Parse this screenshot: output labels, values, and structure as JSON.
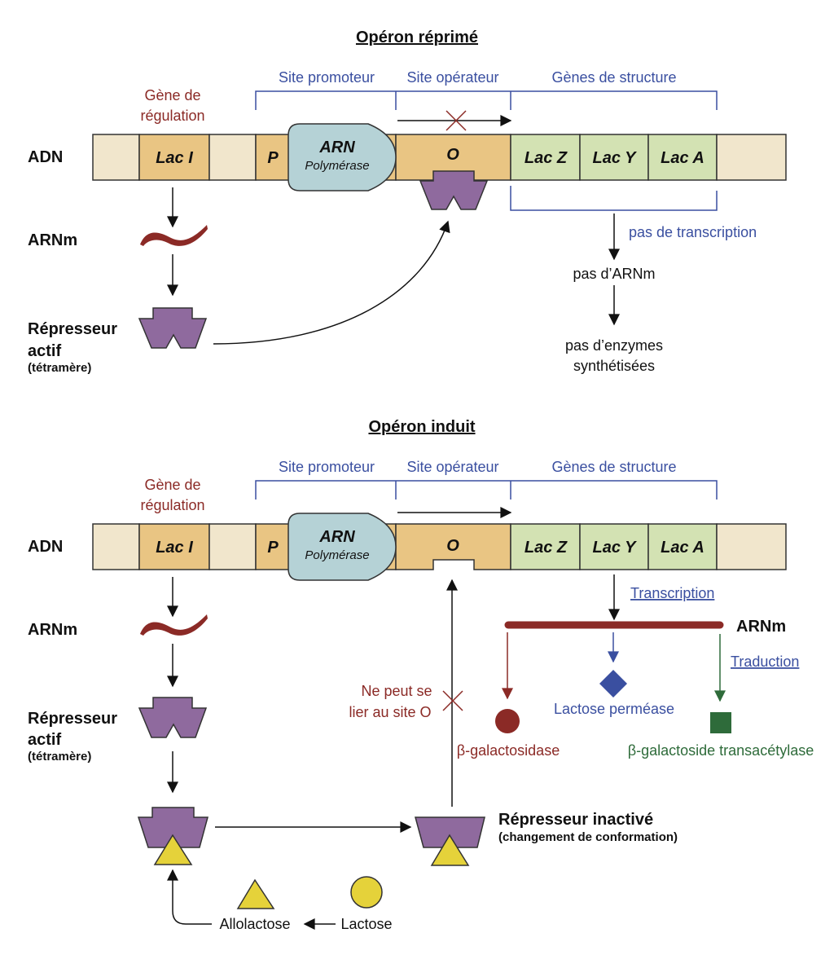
{
  "colors": {
    "dna_pale": "#f1e6cc",
    "dna_orange": "#e9c583",
    "dna_green": "#d3e2b3",
    "polymerase": "#b5d2d6",
    "repressor": "#8f6a9e",
    "inducer": "#e5d23a",
    "mrna": "#8b2a26",
    "label_blue": "#3a4fa0",
    "label_red": "#8b2a26",
    "label_green": "#2e6b3a"
  },
  "repressed": {
    "title": "Opéron réprimé",
    "side_labels": {
      "dna": "ADN",
      "mrna": "ARNm",
      "repressor_1": "Répresseur",
      "repressor_2": "actif",
      "repressor_3": "(tétramère)"
    },
    "regulation_gene_1": "Gène de",
    "regulation_gene_2": "régulation",
    "brackets": {
      "promoter": "Site promoteur",
      "operator": "Site opérateur",
      "structure": "Gènes de structure"
    },
    "genes": {
      "laci": "Lac I",
      "p": "P",
      "o": "O",
      "lacz": "Lac Z",
      "lacy": "Lac Y",
      "laca": "Lac A"
    },
    "polymerase_1": "ARN",
    "polymerase_2": "Polymérase",
    "no_transcription": "pas de transcription",
    "no_mrna": "pas d’ARNm",
    "no_enzymes_1": "pas d’enzymes",
    "no_enzymes_2": "synthétisées"
  },
  "induced": {
    "title": "Opéron induit",
    "side_labels": {
      "dna": "ADN",
      "mrna": "ARNm",
      "repressor_1": "Répresseur",
      "repressor_2": "actif",
      "repressor_3": "(tétramère)"
    },
    "regulation_gene_1": "Gène de",
    "regulation_gene_2": "régulation",
    "brackets": {
      "promoter": "Site promoteur",
      "operator": "Site opérateur",
      "structure": "Gènes de structure"
    },
    "genes": {
      "laci": "Lac I",
      "p": "P",
      "o": "O",
      "lacz": "Lac Z",
      "lacy": "Lac Y",
      "laca": "Lac A"
    },
    "polymerase_1": "ARN",
    "polymerase_2": "Polymérase",
    "transcription": "Transcription",
    "mrna_label": "ARNm",
    "translation": "Traduction",
    "enzymes": {
      "galactosidase": "β-galactosidase",
      "permease": "Lactose perméase",
      "transacetylase": "β-galactoside transacétylase"
    },
    "cannot_bind_1": "Ne peut se",
    "cannot_bind_2": "lier au site O",
    "inactive_1": "Répresseur inactivé",
    "inactive_2": "(changement de conformation)",
    "allolactose": "Allolactose",
    "lactose": "Lactose"
  }
}
